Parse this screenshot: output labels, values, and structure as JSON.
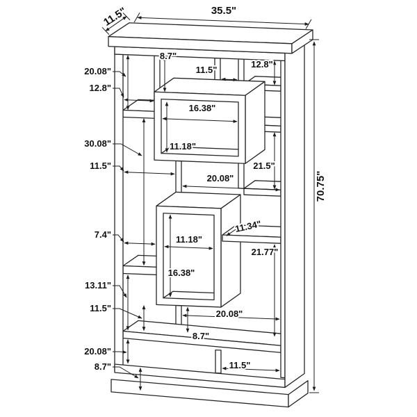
{
  "diagram": {
    "title": "bookcase-dimension-diagram",
    "line_color": "#262626",
    "background": "#ffffff"
  },
  "dimensions": {
    "overall": {
      "depth": "11.5\"",
      "width": "35.5\"",
      "height": "70.75\""
    },
    "left_column": [
      "20.08\"",
      "12.8\"",
      "30.08\"",
      "11.5\"",
      "7.4\"",
      "13.11\"",
      "11.5\"",
      "20.08\"",
      "8.7\""
    ],
    "top_interior": {
      "left_gap": "8.7\"",
      "center_gap": "11.5\"",
      "right_gap": "12.8\""
    },
    "upper_box": {
      "width": "16.38\"",
      "height": "11.18\""
    },
    "right_column": {
      "upper_gap": "21.5\"",
      "shelf_depth": "11.34\"",
      "lower_gap": "21.77\""
    },
    "middle_spans": {
      "upper": "20.08\"",
      "lower": "20.08\""
    },
    "middle_box": {
      "width": "11.18\"",
      "height": "16.38\""
    },
    "bottom": {
      "under_box_gap": "8.7\"",
      "right_cubby": "11.5\""
    }
  }
}
